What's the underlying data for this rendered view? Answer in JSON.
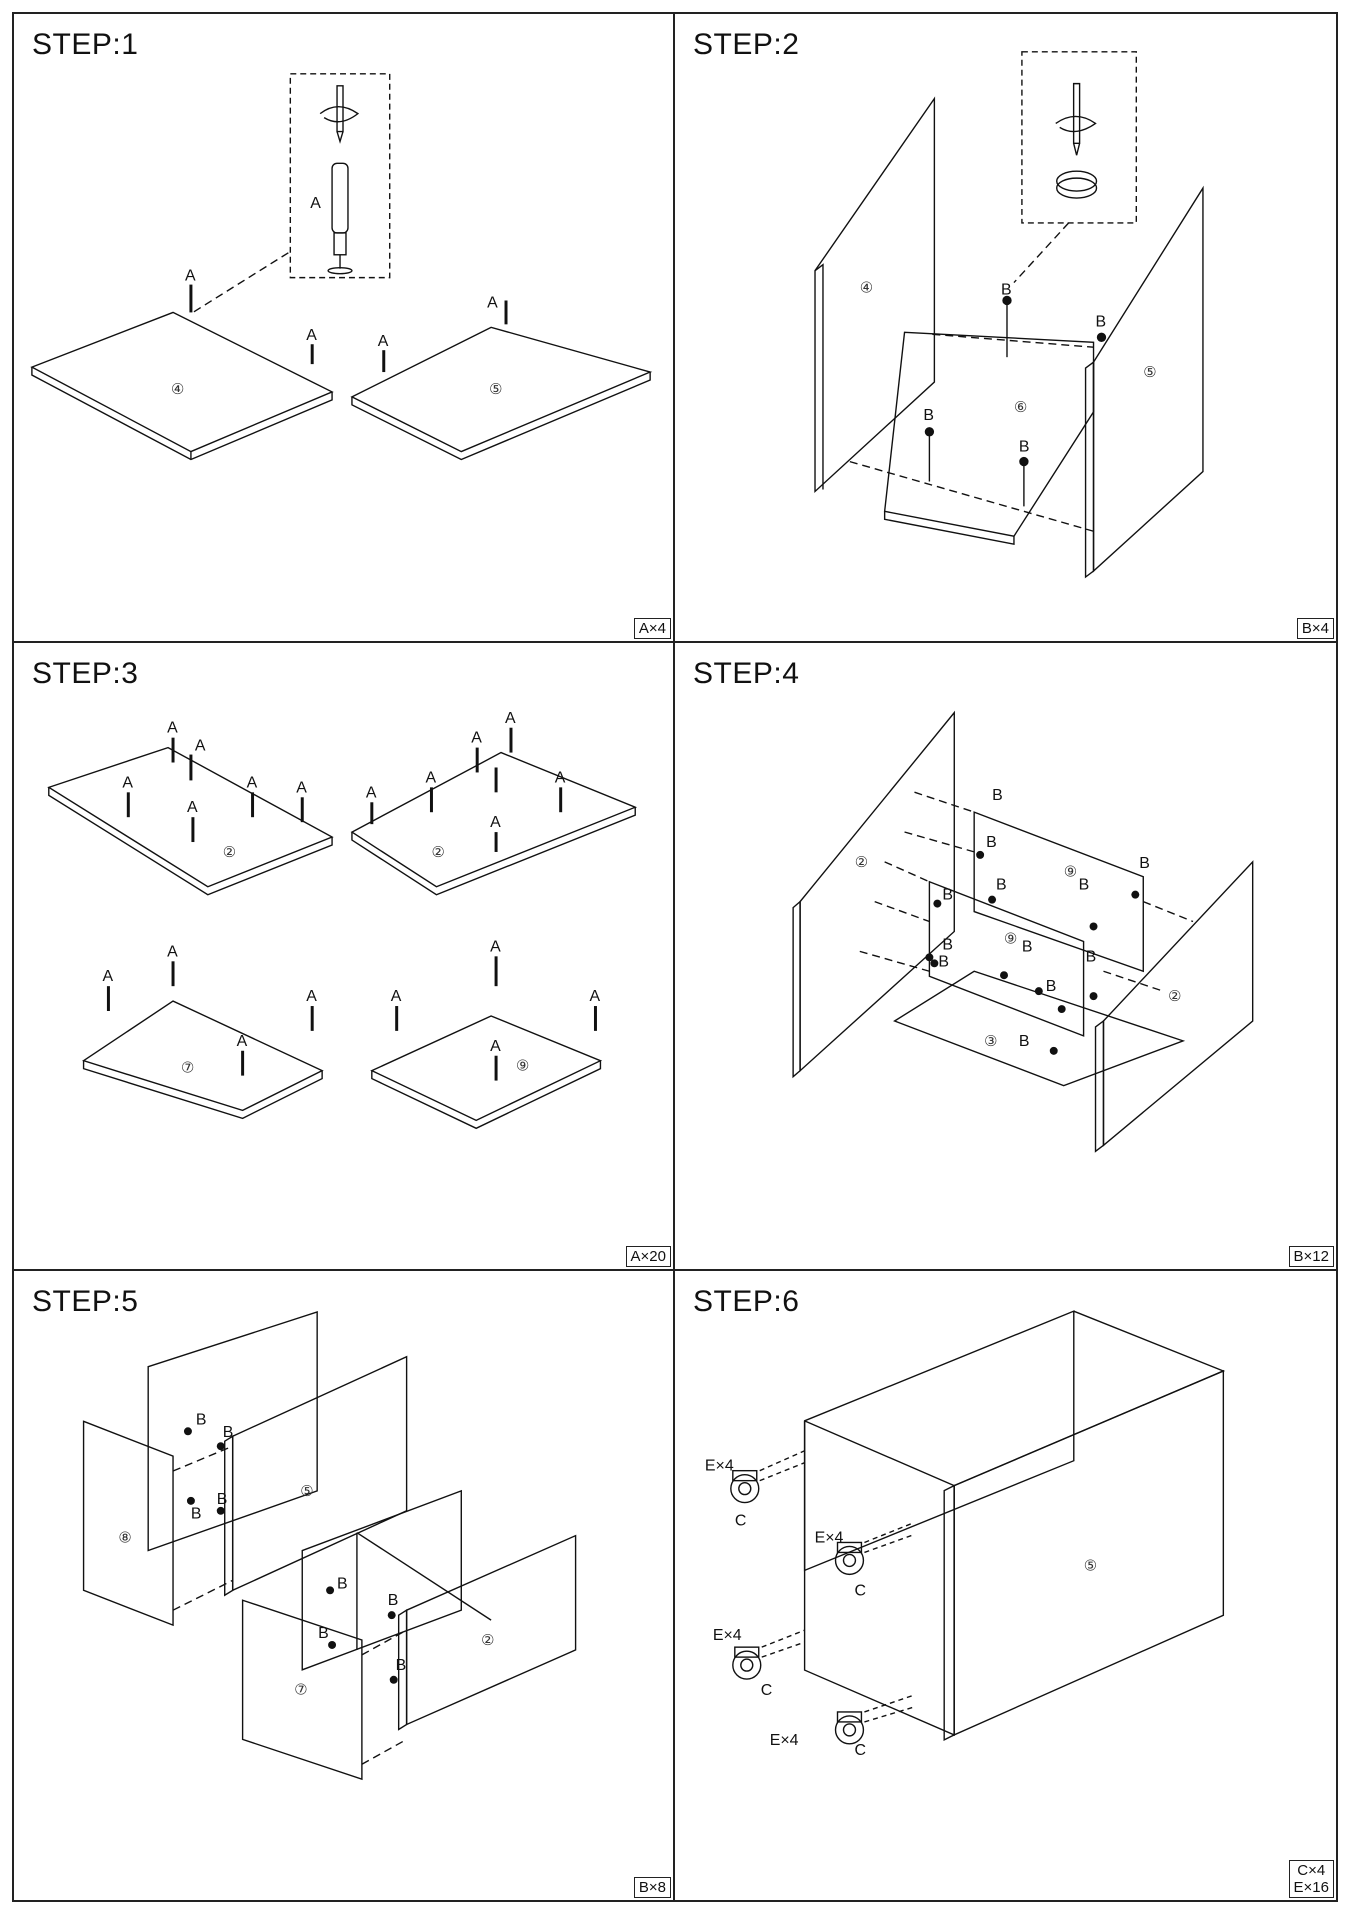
{
  "steps": [
    {
      "title": "STEP:1",
      "qty": [
        "A×4"
      ],
      "part_numbers": [
        "④",
        "⑤"
      ],
      "labels": {
        "fastener": "A"
      }
    },
    {
      "title": "STEP:2",
      "qty": [
        "B×4"
      ],
      "part_numbers": [
        "④",
        "⑥",
        "⑤"
      ],
      "labels": {
        "fastener": "B"
      }
    },
    {
      "title": "STEP:3",
      "qty": [
        "A×20"
      ],
      "part_numbers": [
        "②",
        "②",
        "⑦",
        "⑨"
      ],
      "labels": {
        "fastener": "A"
      }
    },
    {
      "title": "STEP:4",
      "qty": [
        "B×12"
      ],
      "part_numbers": [
        "②",
        "⑨",
        "⑨",
        "③",
        "②"
      ],
      "labels": {
        "fastener": "B"
      }
    },
    {
      "title": "STEP:5",
      "qty": [
        "B×8"
      ],
      "part_numbers": [
        "⑧",
        "⑤",
        "⑦",
        "②"
      ],
      "labels": {
        "fastener": "B"
      }
    },
    {
      "title": "STEP:6",
      "qty": [
        "C×4",
        "E×16"
      ],
      "part_numbers": [
        "⑤"
      ],
      "labels": {
        "screws": "E×4",
        "caster": "C"
      }
    }
  ]
}
